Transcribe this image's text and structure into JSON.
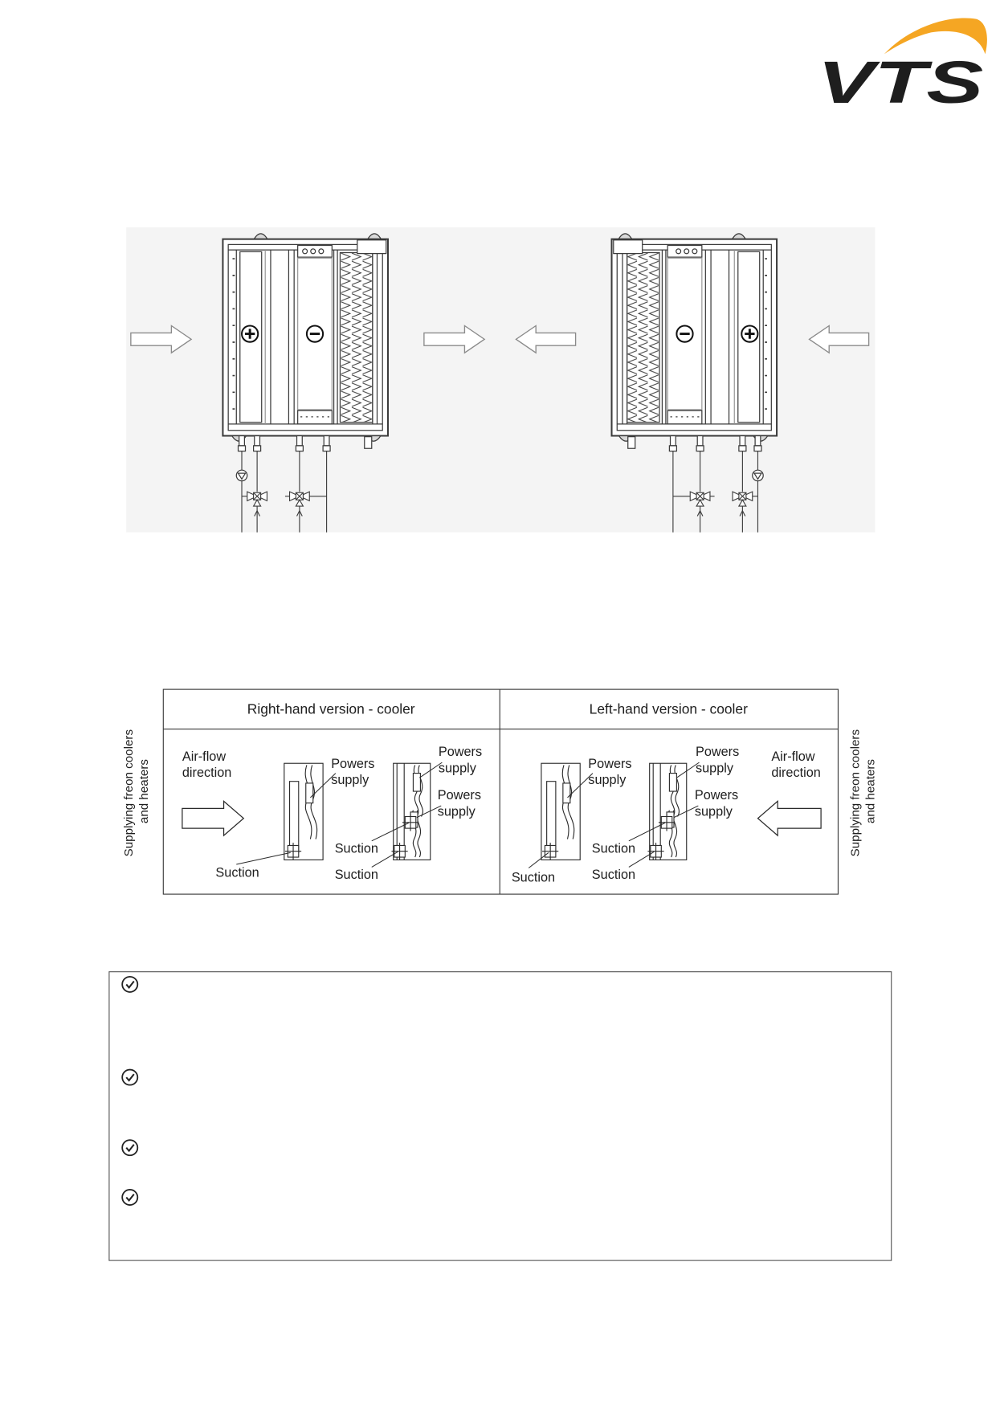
{
  "logo": {
    "text": "VTS",
    "arc_color": "#f5a623",
    "letter_color": "#707174"
  },
  "airflow_diagram": {
    "background": "#f4f4f4",
    "heater_symbol": "plus-circle-icon",
    "cooler_symbol": "minus-circle-icon",
    "flow_arrows": [
      "arrow-right-icon",
      "arrow-right-icon",
      "arrow-left-icon",
      "arrow-left-icon"
    ]
  },
  "connection_table": {
    "side_label": {
      "line1": "Supplying freon coolers",
      "line2": "and heaters"
    },
    "columns": [
      {
        "header": "Right-hand version - cooler",
        "airflow": {
          "line1": "Air-flow",
          "line2": "direction",
          "icon": "arrow-right-icon"
        },
        "single_coil": {
          "supply": {
            "line1": "Powers",
            "line2": "supply"
          },
          "suction": "Suction"
        },
        "double_coil": {
          "upper_supply": {
            "line1": "Powers",
            "line2": "supply"
          },
          "lower_supply": {
            "line1": "Powers",
            "line2": "supply"
          },
          "upper_suction": "Suction",
          "lower_suction": "Suction"
        }
      },
      {
        "header": "Left-hand version - cooler",
        "airflow": {
          "line1": "Air-flow",
          "line2": "direction",
          "icon": "arrow-left-icon"
        },
        "single_coil": {
          "supply": {
            "line1": "Powers",
            "line2": "supply"
          },
          "suction": "Suction"
        },
        "double_coil": {
          "upper_supply": {
            "line1": "Powers",
            "line2": "supply"
          },
          "lower_supply": {
            "line1": "Powers",
            "line2": "supply"
          },
          "upper_suction": "Suction",
          "lower_suction": "Suction"
        }
      }
    ]
  },
  "notes": {
    "items": [
      {
        "icon": "check-circle-icon"
      },
      {
        "icon": "check-circle-icon"
      },
      {
        "icon": "check-circle-icon"
      },
      {
        "icon": "check-circle-icon"
      }
    ]
  }
}
